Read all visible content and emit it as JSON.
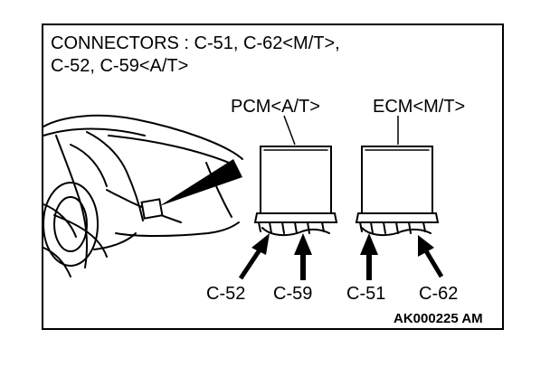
{
  "header": {
    "line1": "CONNECTORS : C-51, C-62<M/T>,",
    "line2": "C-52, C-59<A/T>"
  },
  "modules": {
    "pcm_label": "PCM<A/T>",
    "ecm_label": "ECM<M/T>"
  },
  "connectors": [
    "C-52",
    "C-59",
    "C-51",
    "C-62"
  ],
  "figure_code": "AK000225 AM",
  "colors": {
    "ink": "#000000",
    "paper": "#ffffff"
  }
}
